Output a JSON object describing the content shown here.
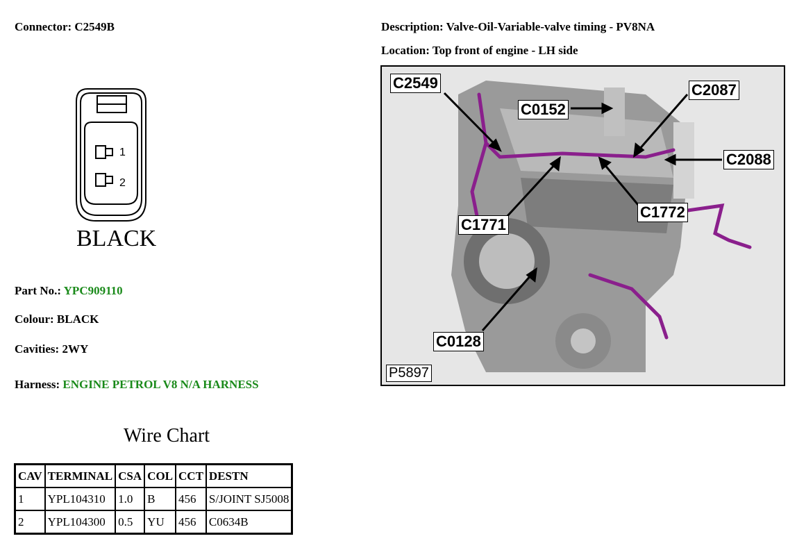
{
  "connector": {
    "label": "Connector:",
    "value": "C2549B"
  },
  "description": {
    "label": "Description:",
    "value": "Valve-Oil-Variable-valve timing - PV8NA"
  },
  "location": {
    "label": "Location:",
    "value": "Top front of engine - LH side"
  },
  "connector_drawing": {
    "pin_labels": [
      "1",
      "2"
    ],
    "colour_text": "BLACK"
  },
  "part_no": {
    "label": "Part No.:",
    "value": "YPC909110"
  },
  "colour": {
    "label": "Colour:",
    "value": "BLACK"
  },
  "cavities": {
    "label": "Cavities:",
    "value": "2WY"
  },
  "harness": {
    "label": "Harness:",
    "value": "ENGINE PETROL V8 N/A HARNESS"
  },
  "figure": {
    "id": "P5897",
    "callouts": [
      "C2549",
      "C0152",
      "C2087",
      "C2088",
      "C1772",
      "C1771",
      "C0128"
    ]
  },
  "wire_chart": {
    "title": "Wire Chart",
    "headers": [
      "CAV",
      "TERMINAL",
      "CSA",
      "COL",
      "CCT",
      "DESTN"
    ],
    "rows": [
      [
        "1",
        "YPL104310",
        "1.0",
        "B",
        "456",
        "S/JOINT SJ5008"
      ],
      [
        "2",
        "YPL104300",
        "0.5",
        "YU",
        "456",
        "C0634B"
      ]
    ]
  },
  "colors": {
    "value_green": "#1a8a1a",
    "harness_purple": "#8a1f8c"
  }
}
